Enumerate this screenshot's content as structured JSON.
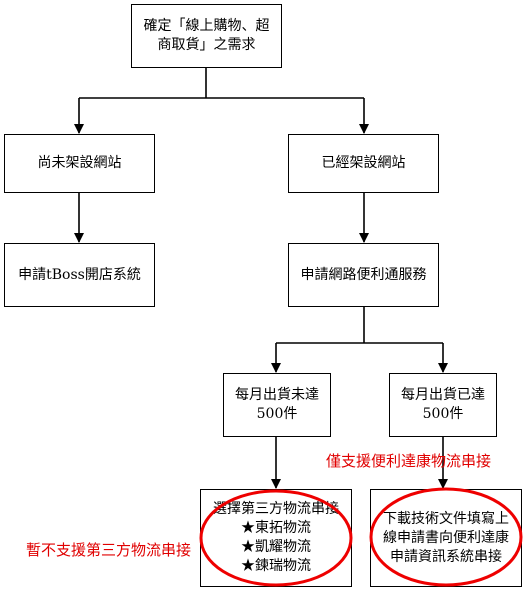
{
  "nodes": {
    "root": {
      "lines": [
        "確定「線上購物、超",
        "商取貨」之需求"
      ]
    },
    "no_site": {
      "lines": [
        "尚未架設網站"
      ]
    },
    "has_site": {
      "lines": [
        "已經架設網站"
      ]
    },
    "tboss": {
      "lines": [
        "申請tBoss開店系統"
      ]
    },
    "apply_service": {
      "lines": [
        "申請網路便利通服務"
      ]
    },
    "under_500": {
      "lines": [
        "每月出貨未達",
        "500件"
      ]
    },
    "over_500": {
      "lines": [
        "每月出貨已達",
        "500件"
      ]
    },
    "third_party": {
      "lines": [
        "選擇第三方物流串接",
        "★東拓物流",
        "★凱耀物流",
        "★鍊瑞物流"
      ]
    },
    "download": {
      "lines": [
        "下載技術文件填寫上",
        "線申請書向便利達康",
        "申請資訊系統串接"
      ]
    }
  },
  "annotations": {
    "left_note": "暫不支援第三方物流串接",
    "right_note": "僅支援便利達康物流串接"
  },
  "colors": {
    "annotation": "#e00000",
    "ellipse": "#ee0000",
    "line": "#000000"
  }
}
